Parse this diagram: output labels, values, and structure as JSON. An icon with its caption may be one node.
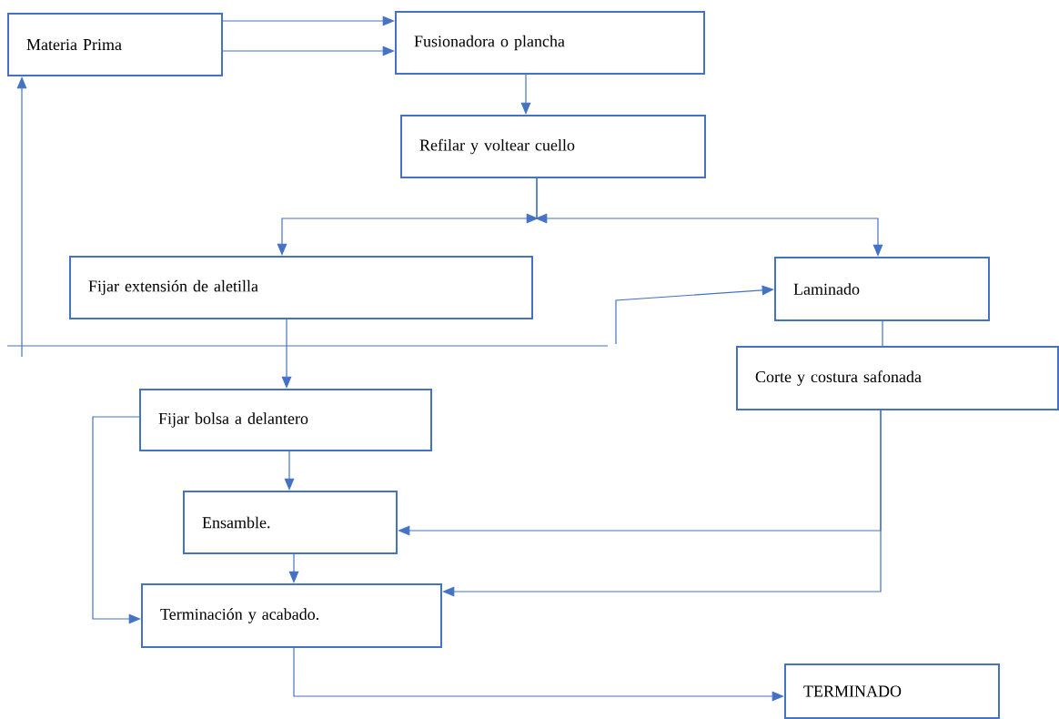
{
  "diagram": {
    "nodes": [
      {
        "text": [
          "Materia Prima"
        ]
      },
      {
        "text": [
          "Fusionadora o plancha"
        ]
      },
      {
        "text": [
          "Refilar y voltear cuello"
        ]
      },
      {
        "text": [
          "Fijar extensión de aletilla"
        ]
      },
      {
        "text": [
          "Laminado"
        ]
      },
      {
        "text": [
          "Corte y costura safonada"
        ]
      },
      {
        "text": [
          "Fijar bolsa a delantero"
        ]
      },
      {
        "text": [
          "Ensamble."
        ]
      },
      {
        "text": [
          "Terminación y acabado."
        ]
      },
      {
        "text": [
          "TERMINADO"
        ]
      }
    ],
    "edges": [
      {
        "from": 0,
        "to": 1,
        "arrow": "to"
      },
      {
        "from": 0,
        "to": 1,
        "arrow": "to"
      },
      {
        "from": 1,
        "to": 2,
        "arrow": "to"
      },
      {
        "from": 2,
        "to": 3,
        "arrow": "to"
      },
      {
        "from": 2,
        "to": 4,
        "arrow": "to"
      },
      {
        "from": 3,
        "to": 6,
        "arrow": "to"
      },
      {
        "from": null,
        "to": 0,
        "arrow": "to"
      },
      {
        "from": null,
        "to": 4,
        "arrow": "to"
      },
      {
        "from": 4,
        "to": 5,
        "arrow": "none"
      },
      {
        "from": 6,
        "to": 7,
        "arrow": "to"
      },
      {
        "from": 7,
        "to": 8,
        "arrow": "to"
      },
      {
        "from": 6,
        "to": 8,
        "arrow": "to"
      },
      {
        "from": 5,
        "to": 7,
        "arrow": "to"
      },
      {
        "from": 5,
        "to": 8,
        "arrow": "to"
      },
      {
        "from": 8,
        "to": 9,
        "arrow": "to"
      }
    ]
  }
}
